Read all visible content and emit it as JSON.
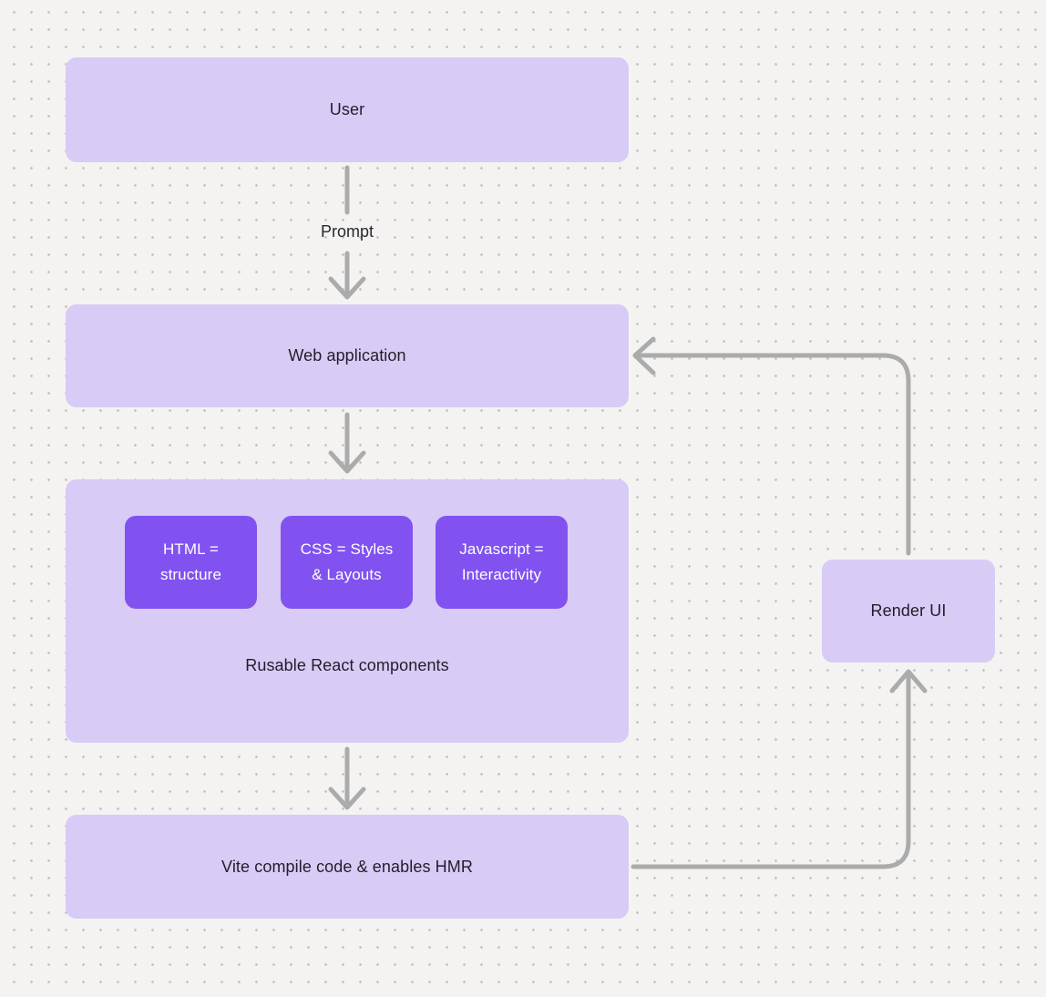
{
  "diagram": {
    "nodes": {
      "user": {
        "label": "User"
      },
      "web_application": {
        "label": "Web application"
      },
      "reusable_components": {
        "caption": "Rusable React components",
        "chips": [
          {
            "line1": "HTML =",
            "line2": "structure"
          },
          {
            "line1": "CSS = Styles",
            "line2": "& Layouts"
          },
          {
            "line1": "Javascript =",
            "line2": "Interactivity"
          }
        ]
      },
      "vite": {
        "label": "Vite compile code & enables HMR"
      },
      "render_ui": {
        "label": "Render UI"
      }
    },
    "edge_labels": {
      "prompt": "Prompt"
    },
    "colors": {
      "background": "#f4f3f2",
      "dot_grid": "#c7c5c2",
      "node_fill": "#d8cbf5",
      "chip_fill": "#8152ef",
      "chip_text": "#ffffff",
      "label_text": "#211f2b",
      "connector": "#ababab"
    }
  }
}
